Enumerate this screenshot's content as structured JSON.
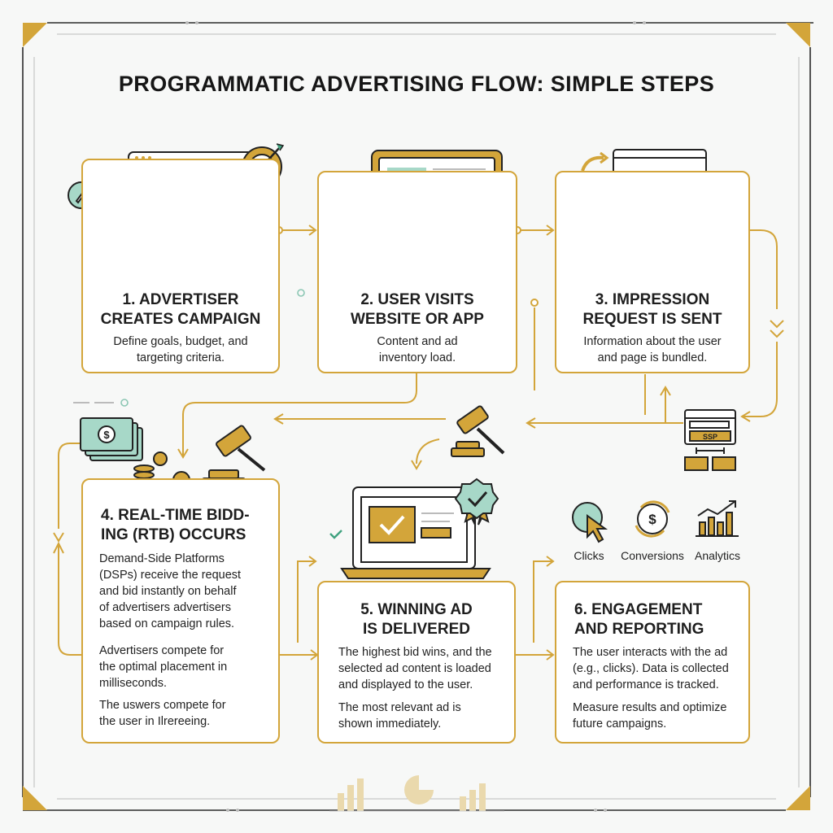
{
  "title": "PROGRAMMATIC ADVERTISING FLOW: SIMPLE STEPS",
  "colors": {
    "gold": "#d3a53a",
    "dark": "#1e1e1e",
    "mint": "#a7d8c8",
    "background": "#f7f8f7"
  },
  "steps": [
    {
      "heading_line1": "1. ADVERTISER",
      "heading_line2": "CREATES CAMPAIGN",
      "desc_line1": "Define goals, budget, and",
      "desc_line2": "targeting criteria."
    },
    {
      "heading_line1": "2. USER VISITS",
      "heading_line2": "WEBSITE OR APP",
      "desc_line1": "Content and ad",
      "desc_line2": "inventory load."
    },
    {
      "heading_line1": "3. IMPRESSION",
      "heading_line2": "REQUEST IS SENT",
      "desc_line1": "Information about the user",
      "desc_line2": "and page is bundled."
    },
    {
      "heading_line1": "4. REAL-TIME BIDD-",
      "heading_line2": "ING (RTB) OCCURS",
      "p1": [
        "Demand-Side Platforms",
        "(DSPs) receive the request",
        "and bid instantly on behalf",
        "of advertisers advertisers",
        "based on campaign rules."
      ],
      "p2": [
        "Advertisers compete for",
        "the optimal placement in",
        "milliseconds."
      ],
      "p3": [
        "The uswers compete for",
        "the user in Ilrereeing."
      ]
    },
    {
      "heading_line1": "5. WINNING AD",
      "heading_line2": "IS DELIVERED",
      "p1": [
        "The highest bid wins, and the",
        "selected ad content is loaded",
        "and displayed to the user."
      ],
      "p2": [
        "The most relevant ad is",
        "shown immediately."
      ]
    },
    {
      "heading_line1": "6. ENGAGEMENT",
      "heading_line2": "AND REPORTING",
      "p1": [
        "The user interacts with the ad",
        "(e.g., clicks). Data is collected",
        "and performance is tracked."
      ],
      "p2": [
        "Measure results and optimize",
        "future campaigns."
      ]
    }
  ],
  "ssp_label": "SSP",
  "engagement_icons": [
    "Clicks",
    "Conversions",
    "Analytics"
  ]
}
